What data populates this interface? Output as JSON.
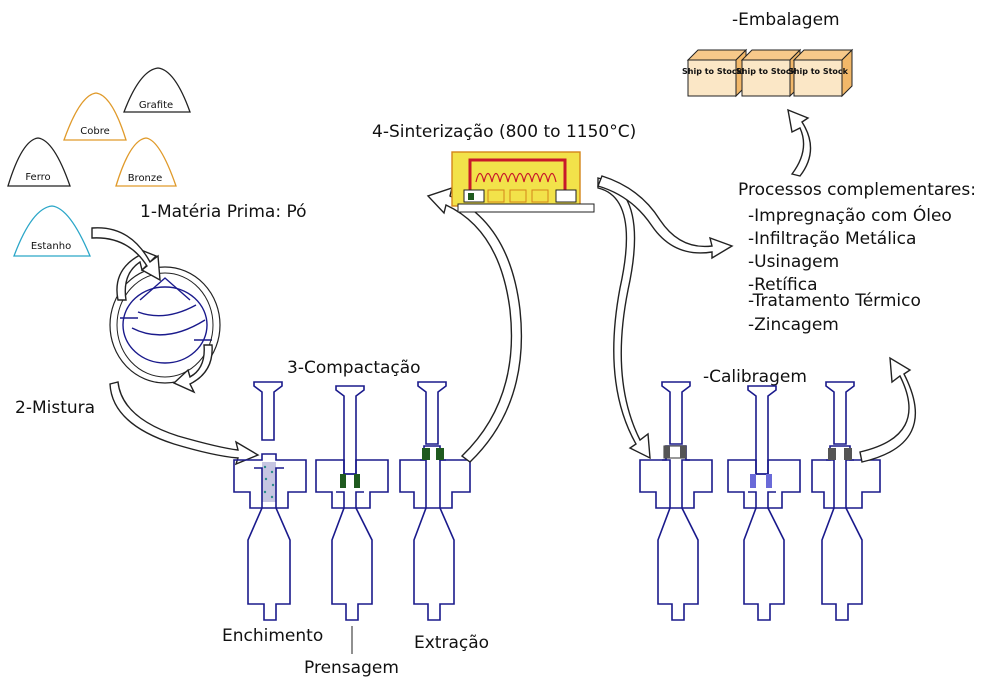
{
  "labels": {
    "embalagem": "-Embalagem",
    "sinterizacao": "4-Sinterização (800 to 1150°C)",
    "materia_prima": "1-Matéria Prima: Pó",
    "mistura": "2-Mistura",
    "compactacao": "3-Compactação",
    "calibragem": "-Calibragem",
    "enchimento": "Enchimento",
    "prensagem": "Prensagem",
    "extracao": "Extração"
  },
  "powders": [
    {
      "label": "Grafite",
      "color": "#222222"
    },
    {
      "label": "Cobre",
      "color": "#e09a2a"
    },
    {
      "label": "Bronze",
      "color": "#e09a2a"
    },
    {
      "label": "Ferro",
      "color": "#222222"
    },
    {
      "label": "Estanho",
      "color": "#2aa6c8"
    }
  ],
  "boxes": [
    "Ship to Stock",
    "Ship to Stock",
    "Ship to Stock"
  ],
  "processos": {
    "title": "Processos complementares:",
    "items": [
      "-Impregnação com Óleo",
      "-Infiltração Metálica",
      "-Usinagem",
      "-Retífica",
      "-Tratamento Térmico",
      "-Zincagem"
    ]
  },
  "colors": {
    "die": "#1a1a8c",
    "green_part": "#1f5a1f",
    "sintered_part": "#555555",
    "calibrated_part": "#6a6ad8",
    "furnace_yellow": "#f2e24a",
    "furnace_orange": "#d4861a",
    "heater_red": "#c8182a"
  }
}
